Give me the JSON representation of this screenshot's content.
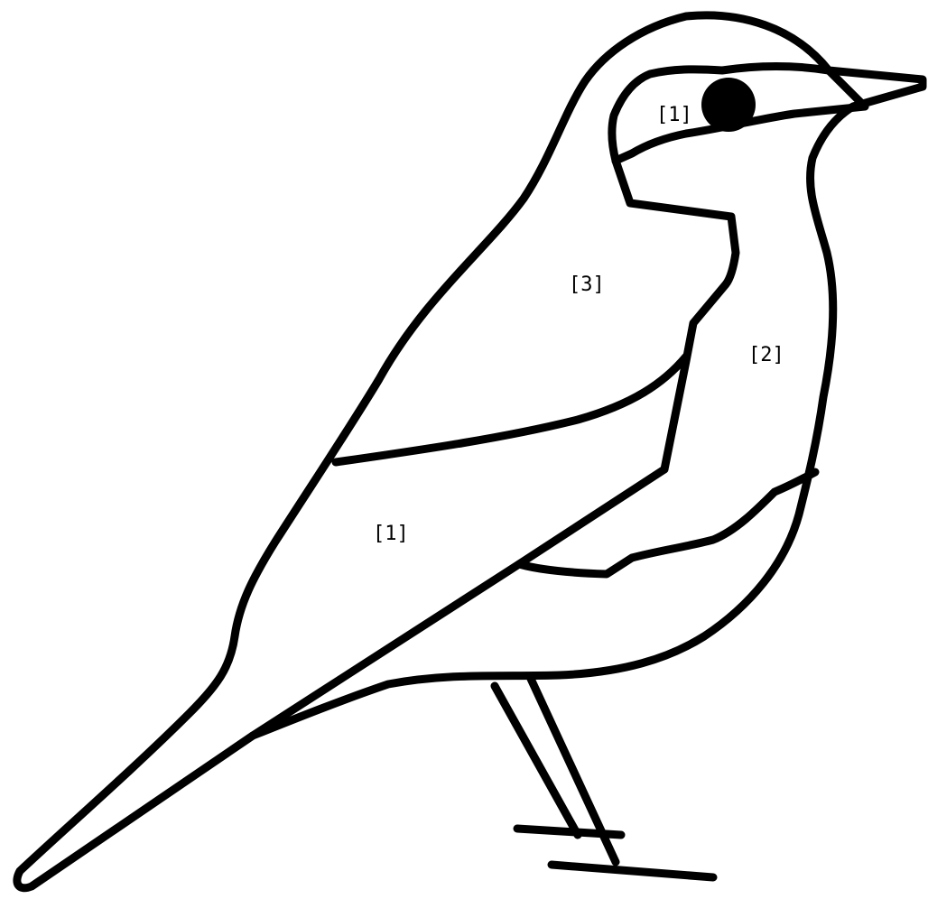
{
  "diagram": {
    "subject": "bird-outline",
    "stroke_color": "#000000",
    "background_color": "#ffffff",
    "labels": {
      "eye_region": "[1]",
      "breast_region": "[2]",
      "back_region": "[3]",
      "wing_region": "[1]"
    }
  }
}
